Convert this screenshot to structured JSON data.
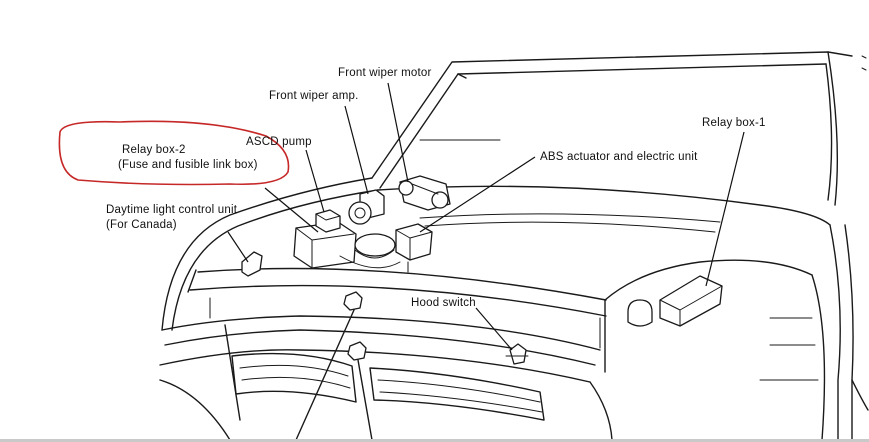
{
  "labels": {
    "front_wiper_motor": "Front wiper motor",
    "front_wiper_amp": "Front wiper amp.",
    "ascd_pump": "ASCD pump",
    "relay_box_2_line1": "Relay box-2",
    "relay_box_2_line2": "(Fuse and fusible link box)",
    "abs_actuator": "ABS actuator and electric unit",
    "relay_box_1": "Relay box-1",
    "daytime_light_line1": "Daytime light control unit",
    "daytime_light_line2": "(For Canada)",
    "hood_switch": "Hood switch"
  },
  "colors": {
    "highlight": "#c62828",
    "ink": "#1a1a1a"
  }
}
